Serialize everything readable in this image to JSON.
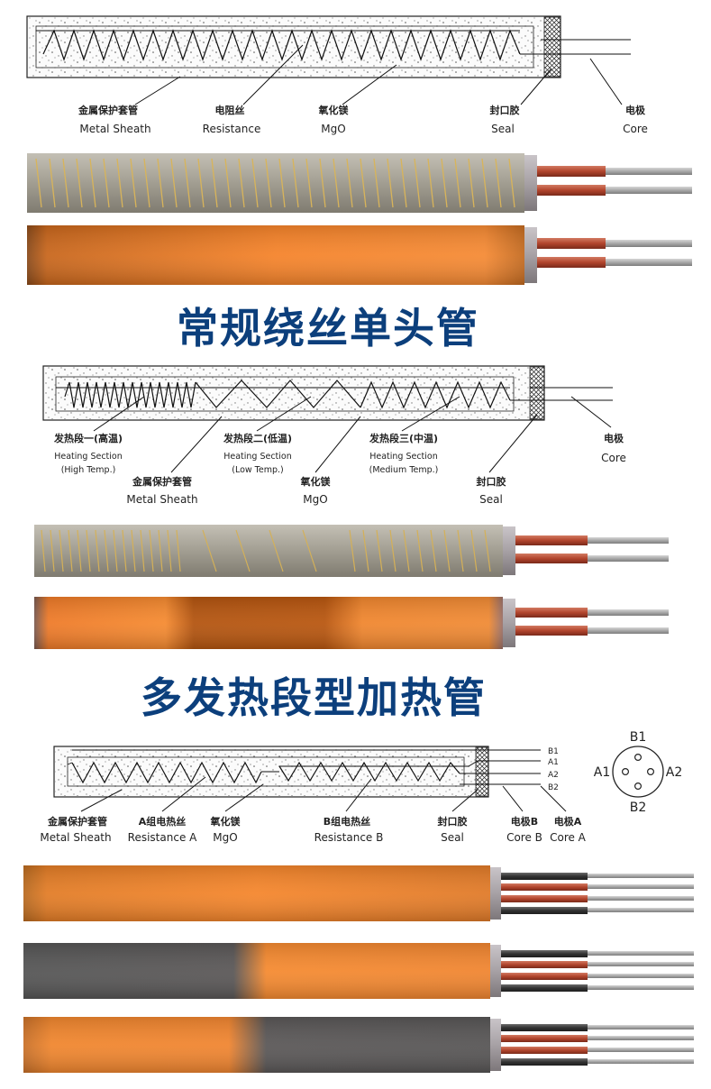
{
  "diagram1": {
    "labels": [
      {
        "cn": "金属保护套管",
        "en": "Metal Sheath"
      },
      {
        "cn": "电阻丝",
        "en": "Resistance"
      },
      {
        "cn": "氧化镁",
        "en": "MgO"
      },
      {
        "cn": "封口胶",
        "en": "Seal"
      },
      {
        "cn": "电极",
        "en": "Core"
      }
    ],
    "title": "常规绕丝单头管"
  },
  "diagram2": {
    "labels": [
      {
        "cn": "发热段一(高温)",
        "en1": "Heating Section",
        "en2": "(High Temp.)"
      },
      {
        "cn": "发热段二(低温)",
        "en1": "Heating Section",
        "en2": "(Low Temp.)"
      },
      {
        "cn": "发热段三(中温)",
        "en1": "Heating Section",
        "en2": "(Medium Temp.)"
      },
      {
        "cn": "金属保护套管",
        "en": "Metal Sheath"
      },
      {
        "cn": "氧化镁",
        "en": "MgO"
      },
      {
        "cn": "封口胶",
        "en": "Seal"
      },
      {
        "cn": "电极",
        "en": "Core"
      }
    ],
    "title": "多发热段型加热管"
  },
  "diagram3": {
    "labels": [
      {
        "cn": "金属保护套管",
        "en": "Metal Sheath"
      },
      {
        "cn": "A组电热丝",
        "en": "Resistance A"
      },
      {
        "cn": "氧化镁",
        "en": "MgO"
      },
      {
        "cn": "B组电热丝",
        "en": "Resistance B"
      },
      {
        "cn": "封口胶",
        "en": "Seal"
      },
      {
        "cn": "电极B",
        "en": "Core B"
      },
      {
        "cn": "电极A",
        "en": "Core A"
      }
    ],
    "pins": [
      "B1",
      "A1",
      "A2",
      "B2"
    ],
    "pinout": {
      "top": "B1",
      "left": "A1",
      "right": "A2",
      "bottom": "B2"
    }
  },
  "colors": {
    "title_blue": "#0c3f7c",
    "heater_orange": "#f5832a",
    "heater_dark": "#a84e12",
    "unheated_gray": "#5a5a5a",
    "sheath_gray": "#9e9a8e",
    "lead_red": "#b04a30",
    "wire_silver": "#a9a9a9"
  }
}
